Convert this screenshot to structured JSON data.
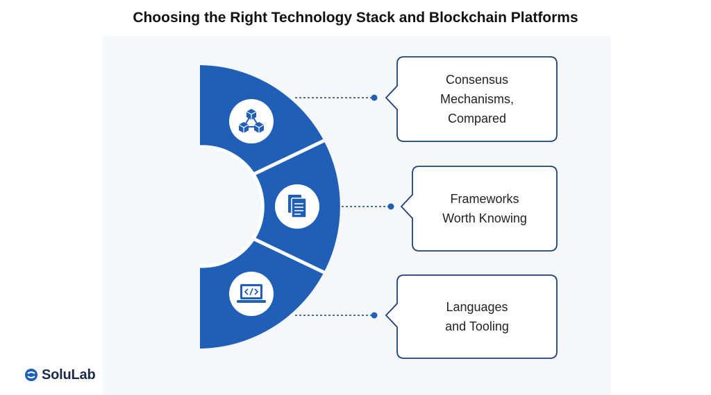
{
  "title": "Choosing the Right Technology Stack and Blockchain Platforms",
  "colors": {
    "accent": "#1f5fb8",
    "card_border": "#1c3f78",
    "text": "#222222"
  },
  "segments": [
    {
      "icon": "blockchain-network-icon",
      "label_lines": [
        "Consensus",
        "Mechanisms,",
        "Compared"
      ]
    },
    {
      "icon": "document-icon",
      "label_lines": [
        "Frameworks",
        "Worth Knowing"
      ]
    },
    {
      "icon": "code-laptop-icon",
      "label_lines": [
        "Languages",
        "and Tooling"
      ]
    }
  ],
  "brand": {
    "name": "SoluLab"
  }
}
